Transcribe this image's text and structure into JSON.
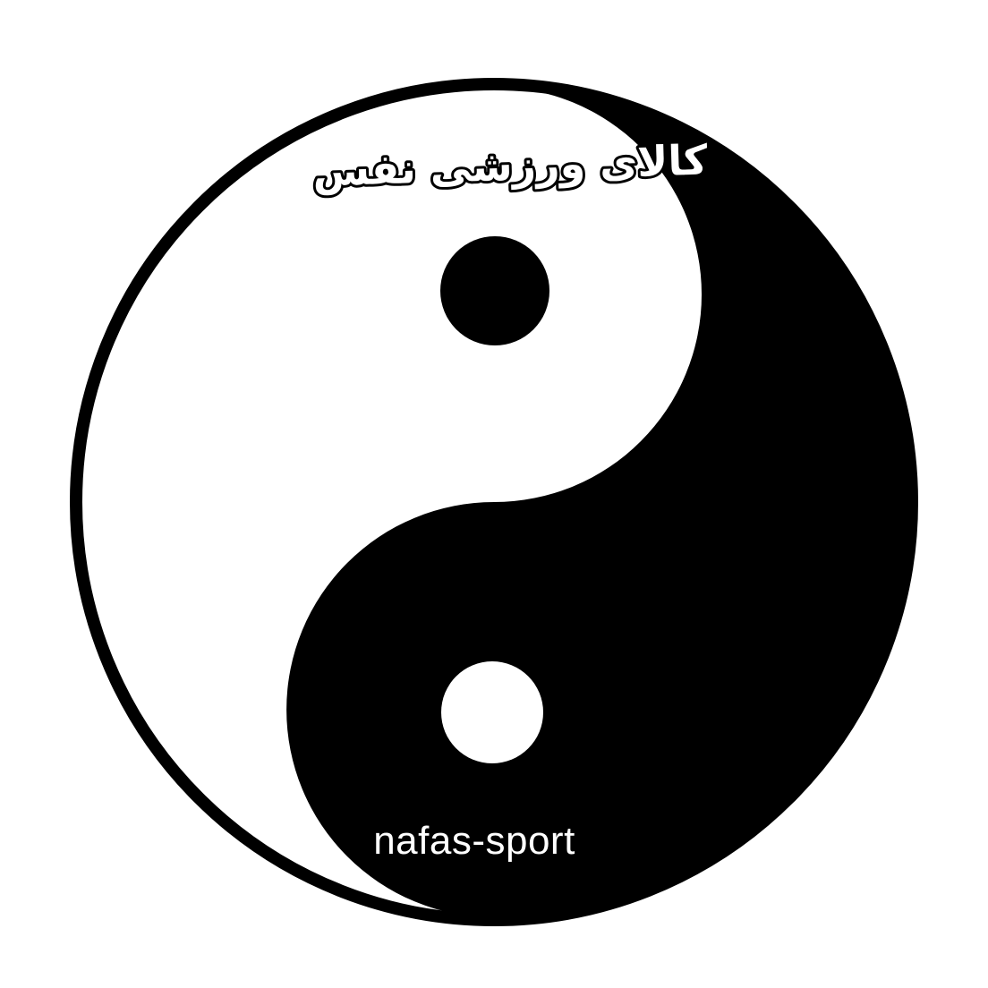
{
  "logo": {
    "symbol_name": "yin-yang",
    "brand_persian": "کالای ورزشی نفس",
    "brand_latin": "nafas-sport",
    "colors": {
      "foreground": "#000000",
      "background": "#ffffff"
    }
  }
}
